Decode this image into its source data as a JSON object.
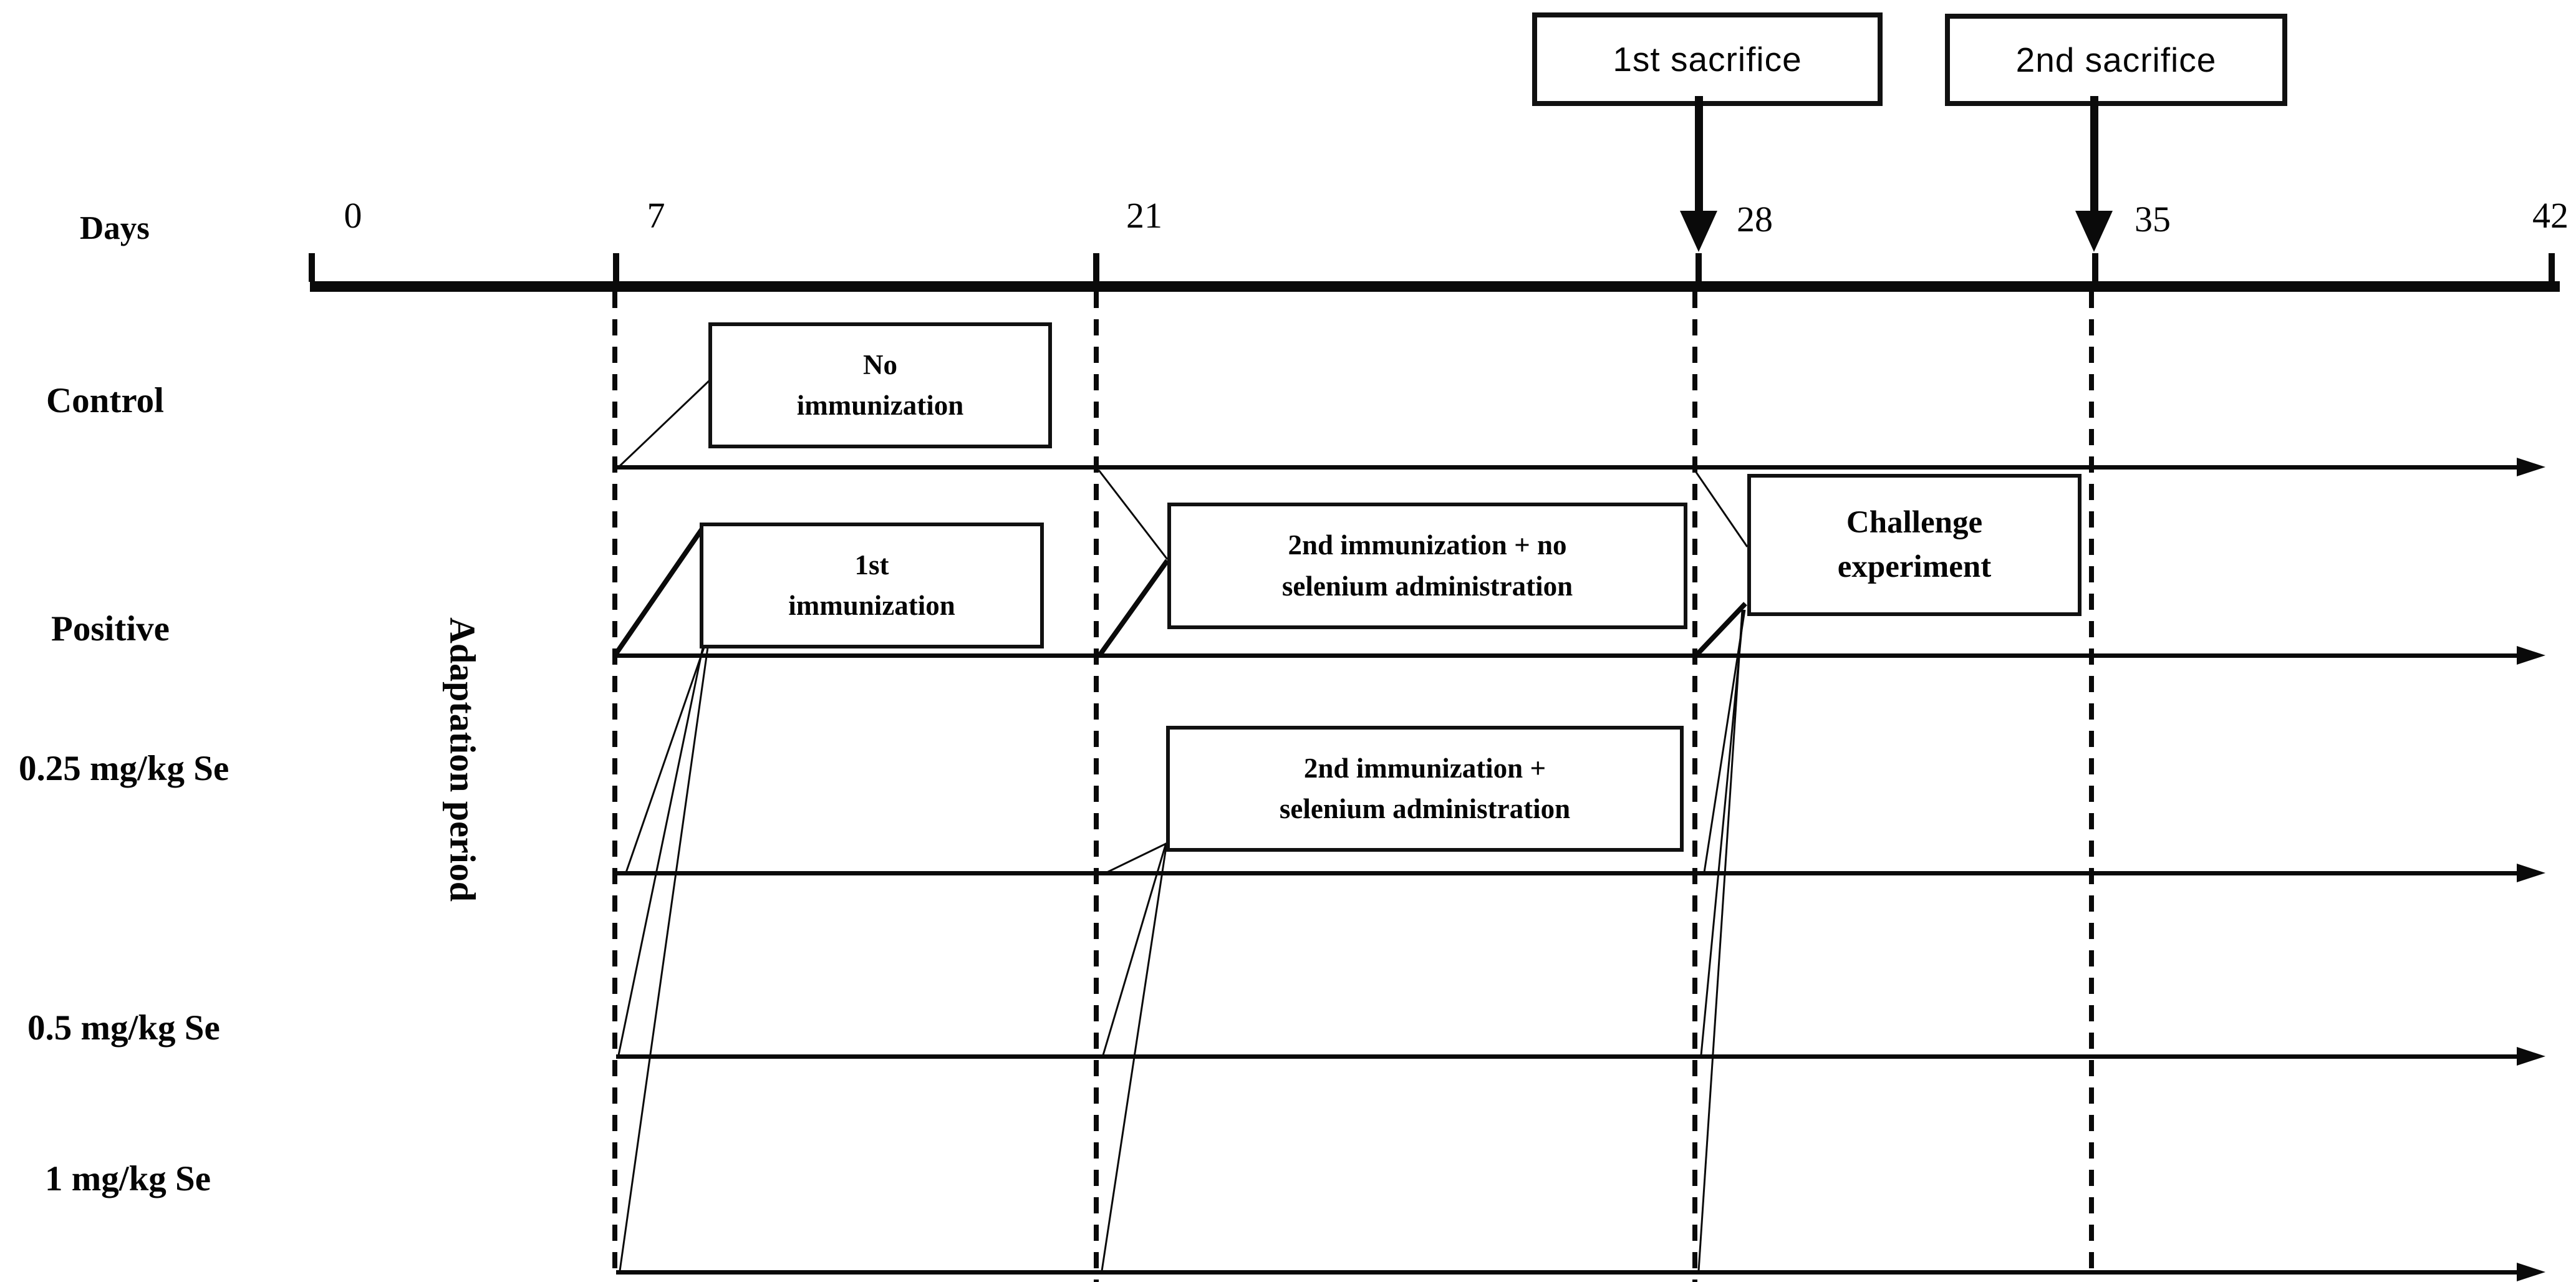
{
  "figure": {
    "axis": {
      "days_label": "Days",
      "ticks": [
        "0",
        "7",
        "21",
        "28",
        "35",
        "42"
      ]
    },
    "sacrifices": {
      "first": "1st sacrifice",
      "second": "2nd sacrifice"
    },
    "adaptation_label": "Adaptation period",
    "groups": {
      "control": "Control",
      "positive": "Positive",
      "se025": "0.25 mg/kg Se",
      "se05": "0.5 mg/kg Se",
      "se1": "1 mg/kg Se"
    },
    "events": {
      "no_immunization": {
        "line1": "No",
        "line2": "immunization"
      },
      "first_immunization": {
        "line1": "1st",
        "line2": "immunization"
      },
      "second_no_se": {
        "line1": "2nd immunization + no",
        "line2": "selenium administration"
      },
      "challenge": {
        "line1": "Challenge",
        "line2": "experiment"
      },
      "second_se": {
        "line1": "2nd immunization +",
        "line2": "selenium administration"
      }
    },
    "colors": {
      "ink": "#0a0a0a",
      "background": "#ffffff"
    }
  }
}
